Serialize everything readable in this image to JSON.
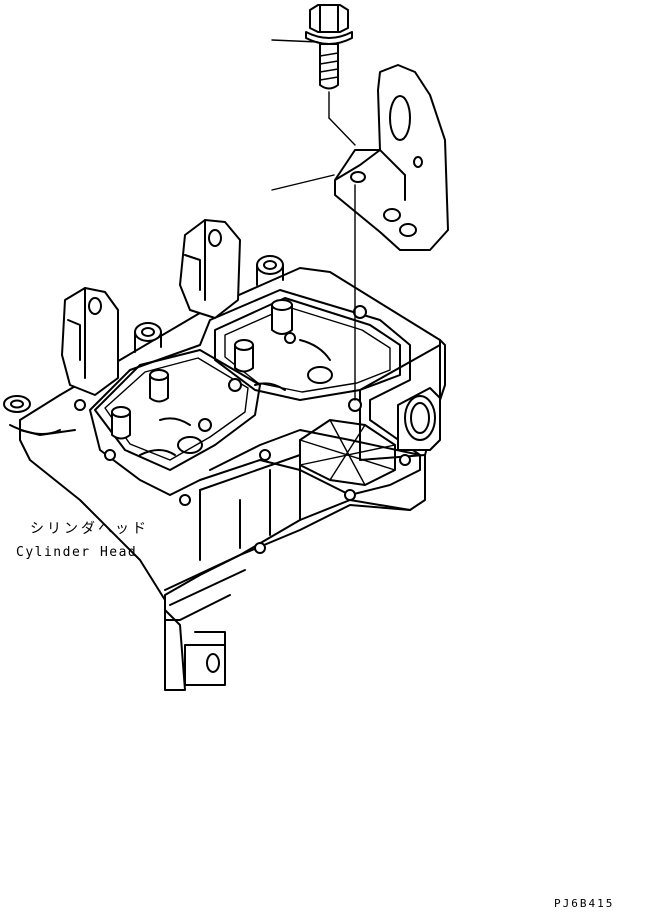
{
  "labels": {
    "cylinder_head_jp": "シリンダヘッド",
    "cylinder_head_en": "Cylinder Head"
  },
  "drawing_code": "PJ6B415",
  "colors": {
    "ink": "#000000",
    "paper": "#ffffff"
  }
}
